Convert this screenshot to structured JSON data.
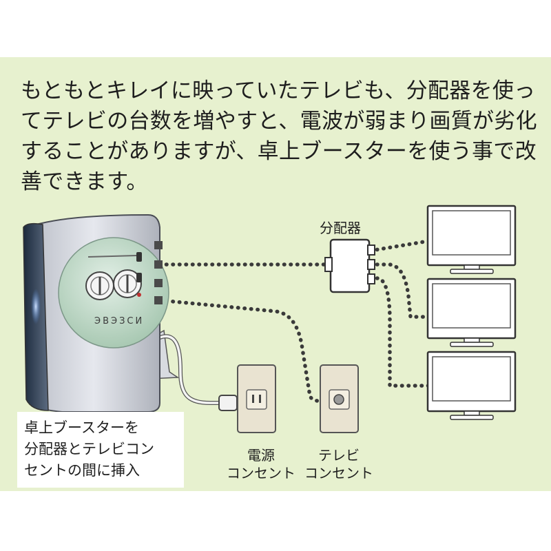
{
  "headline": "もともとキレイに映っていたテレビも、分配器を使ってテレビの台数を増やすと、電波が弱まり画質が劣化することがありますが、卓上ブースターを使う事で改善できます。",
  "labels": {
    "splitter": "分配器",
    "power_outlet_line1": "電源",
    "power_outlet_line2": "コンセント",
    "tv_outlet_line1": "テレビ",
    "tv_outlet_line2": "コンセント"
  },
  "note": {
    "line1": "卓上ブースターを",
    "line2": "分配器とテレビコン",
    "line3": "セントの間に挿入"
  },
  "booster": {
    "brand_text": "ЭВЭЗСИ"
  },
  "colors": {
    "panel_background": "#e7f1cf",
    "cable": "#3a3a3a",
    "booster_disc": "#c6dccd",
    "booster_glow": "#6a9ff0"
  },
  "devices": {
    "tv_count": 3
  }
}
